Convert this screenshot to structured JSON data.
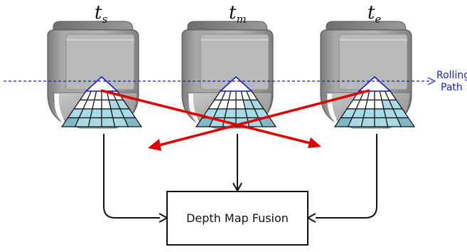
{
  "cameras": [
    {
      "symbol": "t",
      "subscript": "s"
    },
    {
      "symbol": "t",
      "subscript": "m"
    },
    {
      "symbol": "t",
      "subscript": "e"
    }
  ],
  "rolling_path": {
    "line1": "Rolling",
    "line2": "Path"
  },
  "fusion_box": {
    "label": "Depth Map Fusion"
  },
  "colors": {
    "rolling_path": "#1a1acc",
    "arrows": "#e00000",
    "flow": "#111111",
    "frustum": "#1a1acc",
    "depth_tile": "#a7dbe6",
    "camera_body": "#a9a9a9"
  }
}
